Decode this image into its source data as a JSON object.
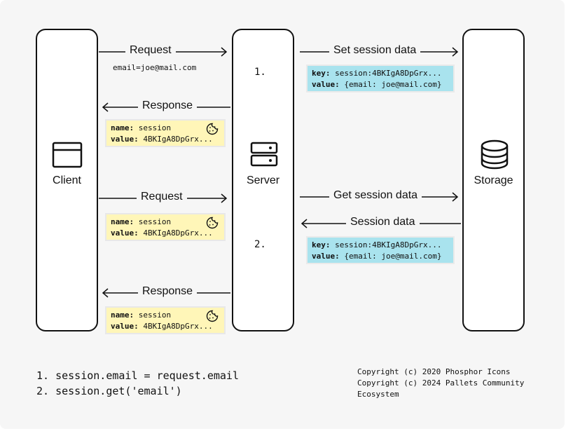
{
  "columns": {
    "client": {
      "label": "Client",
      "icon": "browser-window-icon"
    },
    "server": {
      "label": "Server",
      "icon": "server-icon"
    },
    "storage": {
      "label": "Storage",
      "icon": "database-icon"
    }
  },
  "steps": {
    "one": "1.",
    "two": "2."
  },
  "flow1": {
    "request_label": "Request",
    "request_note": "email=joe@mail.com",
    "set_label": "Set session data",
    "set_box": {
      "key_label": "key:",
      "key_value": "session:4BKIgA8DpGrx...",
      "value_label": "value:",
      "value_value": "{email: joe@mail.com}"
    },
    "response_label": "Response",
    "response_box": {
      "name_label": "name:",
      "name_value": "session",
      "value_label": "value:",
      "value_value": "4BKIgA8DpGrx..."
    }
  },
  "flow2": {
    "request_label": "Request",
    "request_box": {
      "name_label": "name:",
      "name_value": "session",
      "value_label": "value:",
      "value_value": "4BKIgA8DpGrx..."
    },
    "get_label": "Get session data",
    "data_label": "Session data",
    "data_box": {
      "key_label": "key:",
      "key_value": "session:4BKIgA8DpGrx...",
      "value_label": "value:",
      "value_value": "{email: joe@mail.com}"
    },
    "response_label": "Response",
    "response_box": {
      "name_label": "name:",
      "name_value": "session",
      "value_label": "value:",
      "value_value": "4BKIgA8DpGrx..."
    }
  },
  "legend": {
    "line1": "1. session.email = request.email",
    "line2": "2. session.get('email')"
  },
  "copyright": {
    "line1": "Copyright (c) 2020 Phosphor Icons",
    "line2": "Copyright (c) 2024 Pallets Community",
    "line3": "Ecosystem"
  },
  "colors": {
    "cookie_box": "#fff6b8",
    "storage_box": "#a9e3ee",
    "background": "#f6f6f6",
    "ink": "#111111"
  },
  "icons": {
    "cookie": "cookie-icon",
    "arrow_right": "arrow-right-icon",
    "arrow_left": "arrow-left-icon"
  }
}
